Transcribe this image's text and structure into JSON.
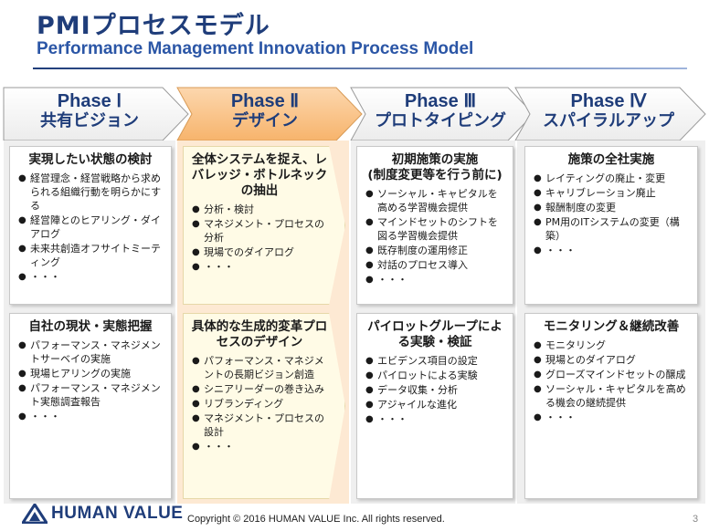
{
  "header": {
    "title": "PMIプロセスモデル",
    "subtitle": "Performance Management Innovation Process Model"
  },
  "phases": [
    {
      "en": "Phase Ⅰ",
      "ja": "共有ビジョン"
    },
    {
      "en": "Phase Ⅱ",
      "ja": "デザイン"
    },
    {
      "en": "Phase Ⅲ",
      "ja": "プロトタイピング"
    },
    {
      "en": "Phase Ⅳ",
      "ja": "スパイラルアップ"
    }
  ],
  "boxes": {
    "p1_top": {
      "title": "実現したい状態の検討",
      "items": [
        "経営理念・経営戦略から求められる組織行動を明らかにする",
        "経営陣とのヒアリング・ダイアログ",
        "未来共創造オフサイトミーティング",
        "・・・"
      ]
    },
    "p1_bottom": {
      "title": "自社の現状・実態把握",
      "items": [
        "パフォーマンス・マネジメントサーベイの実施",
        "現場ヒアリングの実施",
        "パフォーマンス・マネジメント実態調査報告",
        "・・・"
      ]
    },
    "p2_top": {
      "title": "全体システムを捉え、レバレッジ・ボトルネックの抽出",
      "items": [
        "分析・検討",
        "マネジメント・プロセスの分析",
        "現場でのダイアログ",
        "・・・"
      ]
    },
    "p2_bottom": {
      "title": "具体的な生成的変革プロセスのデザイン",
      "items": [
        "パフォーマンス・マネジメントの長期ビジョン創造",
        "シニアリーダーの巻き込み",
        "リブランディング",
        "マネジメント・プロセスの設計",
        "・・・"
      ]
    },
    "p3_top": {
      "title": "初期施策の実施\n(制度変更等を行う前に)",
      "items": [
        "ソーシャル・キャピタルを高める学習機会提供",
        "マインドセットのシフトを図る学習機会提供",
        "既存制度の運用修正",
        "対話のプロセス導入",
        "・・・"
      ]
    },
    "p3_bottom": {
      "title": "パイロットグループによる実験・検証",
      "items": [
        "エビデンス項目の設定",
        "パイロットによる実験",
        "データ収集・分析",
        "アジャイルな進化",
        "・・・"
      ]
    },
    "p4_top": {
      "title": "施策の全社実施",
      "items": [
        "レイティングの廃止・変更",
        "キャリブレーション廃止",
        "報酬制度の変更",
        "PM用のITシステムの変更（構築）",
        "・・・"
      ]
    },
    "p4_bottom": {
      "title": "モニタリング＆継続改善",
      "items": [
        "モニタリング",
        "現場とのダイアログ",
        "グローズマインドセットの醸成",
        "ソーシャル・キャピタルを高める機会の継続提供",
        "・・・"
      ]
    }
  },
  "footer": {
    "logo": "HUMAN VALUE",
    "copyright": "Copyright © 2016 HUMAN VALUE Inc. All rights reserved.",
    "page": "3"
  },
  "colors": {
    "accent": "#1f3d7a",
    "highlight_arrow": "#f9c48c",
    "highlight_col": "#fde9d3"
  }
}
